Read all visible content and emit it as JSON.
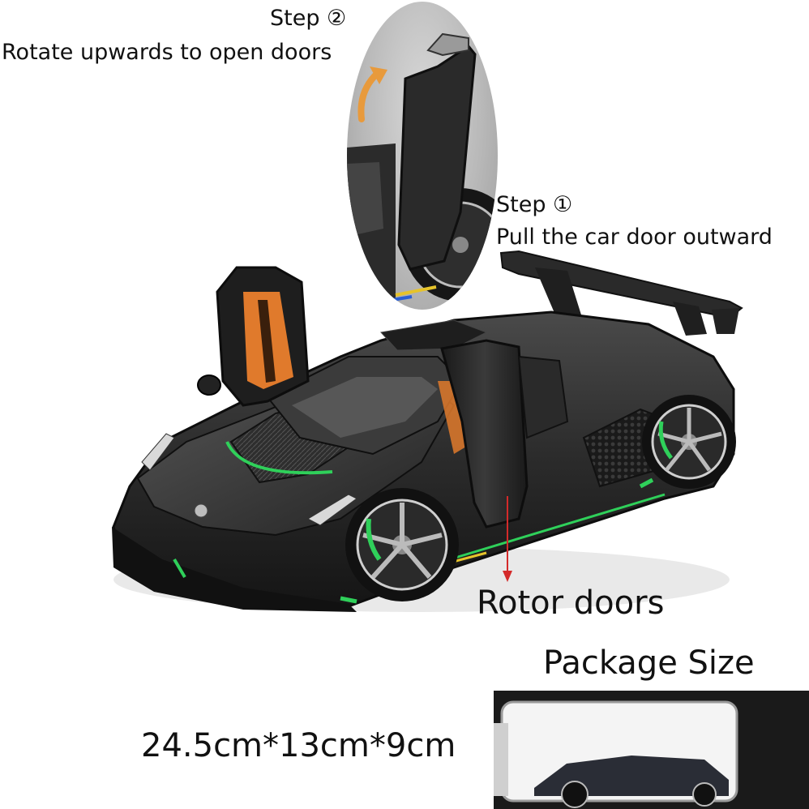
{
  "instructions": {
    "step2_title": "Step ②",
    "step2_text": "Rotate upwards to open doors",
    "step1_title": "Step ①",
    "step1_text": "Pull the car door outward",
    "rotor_label": "Rotor doors"
  },
  "package": {
    "title": "Package Size",
    "dimensions": "24.5cm*13cm*9cm"
  },
  "colors": {
    "car_body": "#2a2a2a",
    "accent_green": "#2fd05a",
    "interior_orange": "#e07a2c",
    "arrow_orange": "#e89a3c",
    "pointer_red": "#d42a2a"
  }
}
